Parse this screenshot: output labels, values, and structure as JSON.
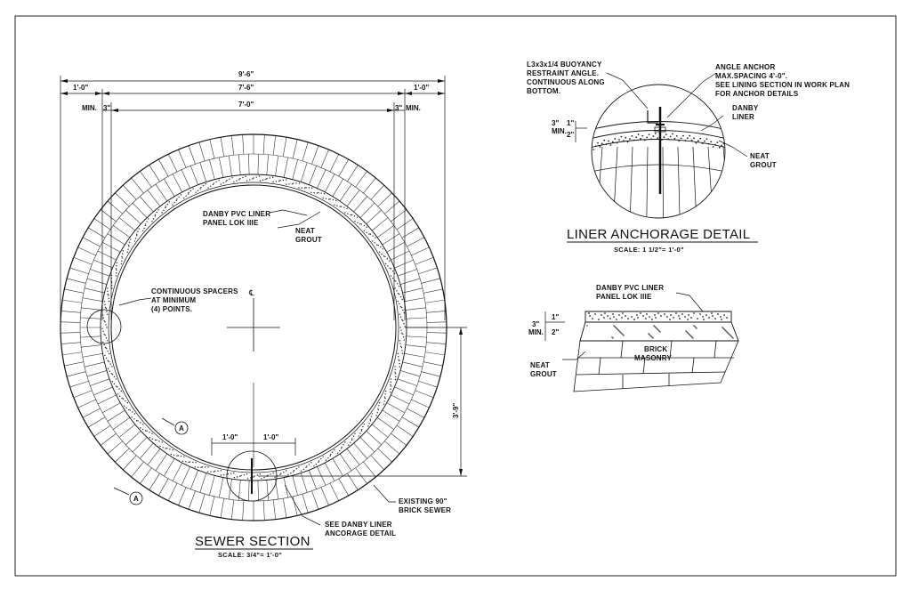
{
  "sewer_section": {
    "title": "SEWER SECTION",
    "scale": "SCALE: 3/4\"= 1'-0\"",
    "dims": {
      "overall": "9'-6\"",
      "left_offset": "1'-0\"",
      "right_offset": "1'-0\"",
      "mid": "7'-6\"",
      "inner": "7'-0\"",
      "min_left": "MIN.",
      "min_right": "MIN.",
      "three_left": "3\"",
      "three_right": "3\"",
      "height": "3'-9\"",
      "bottom_left": "1'-0\"",
      "bottom_right": "1'-0\""
    },
    "labels": {
      "liner_1": "DANBY PVC LINER",
      "liner_2": "PANEL LOK IIIE",
      "grout_1": "NEAT",
      "grout_2": "GROUT",
      "spacers_1": "CONTINUOUS SPACERS",
      "spacers_2": "AT MINIMUM",
      "spacers_3": "(4) POINTS.",
      "centerline": "℄",
      "existing_1": "EXISTING 90\"",
      "existing_2": "BRICK SEWER",
      "see_1": "SEE DANBY LINER",
      "see_2": "ANCORAGE DETAIL",
      "section_a1": "A",
      "section_a2": "A"
    }
  },
  "anchorage_detail": {
    "title": "LINER ANCHORAGE DETAIL",
    "scale": "SCALE: 1 1/2\"= 1'-0\"",
    "labels": {
      "angle_1": "L3x3x1/4 BUOYANCY",
      "angle_2": "RESTRAINT ANGLE.",
      "angle_3": "CONTINUOUS ALONG",
      "angle_4": "BOTTOM.",
      "anchor_1": "ANGLE ANCHOR",
      "anchor_2": "MAX.SPACING 4'-0\".",
      "anchor_3": "SEE LINING SECTION IN WORK PLAN",
      "anchor_4": "FOR ANCHOR DETAILS",
      "liner_1": "DANBY",
      "liner_2": "LINER",
      "grout_1": "NEAT",
      "grout_2": "GROUT",
      "dim_3": "3\"",
      "dim_min": "MIN.",
      "dim_1": "1\"",
      "dim_2": "2\""
    }
  },
  "section_a_detail": {
    "labels": {
      "liner_1": "DANBY PVC LINER",
      "liner_2": "PANEL LOK IIIE",
      "dim_3": "3\"",
      "dim_min": "MIN.",
      "dim_1": "1\"",
      "dim_2": "2\"",
      "masonry_1": "BRICK",
      "masonry_2": "MASONRY",
      "grout_1": "NEAT",
      "grout_2": "GROUT"
    }
  }
}
